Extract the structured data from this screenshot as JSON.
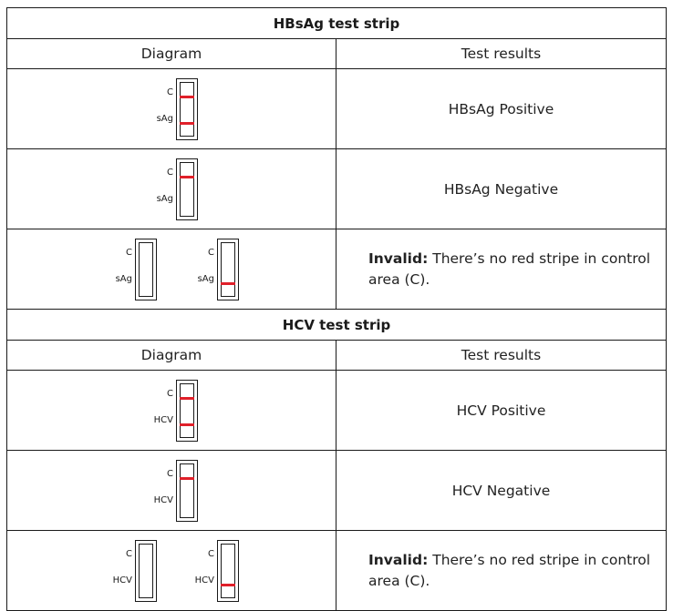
{
  "hbsag": {
    "title": "HBsAg test strip",
    "col_diagram": "Diagram",
    "col_results": "Test results",
    "control_label": "C",
    "test_label": "sAg",
    "rows": [
      {
        "result": "HBsAg Positive",
        "strips": [
          {
            "control_band": true,
            "test_band": true
          }
        ]
      },
      {
        "result": "HBsAg Negative",
        "strips": [
          {
            "control_band": true,
            "test_band": false
          }
        ]
      },
      {
        "result_bold": "Invalid:",
        "result_text": " There’s no red stripe in control area (C).",
        "strips": [
          {
            "control_band": false,
            "test_band": false
          },
          {
            "control_band": false,
            "test_band": true
          }
        ]
      }
    ]
  },
  "hcv": {
    "title": "HCV test strip",
    "col_diagram": "Diagram",
    "col_results": "Test results",
    "control_label": "C",
    "test_label": "HCV",
    "rows": [
      {
        "result": "HCV Positive",
        "strips": [
          {
            "control_band": true,
            "test_band": true
          }
        ]
      },
      {
        "result": "HCV Negative",
        "strips": [
          {
            "control_band": true,
            "test_band": false
          }
        ]
      },
      {
        "result_bold": "Invalid:",
        "result_text": " There’s no red stripe in control area (C).",
        "strips": [
          {
            "control_band": false,
            "test_band": false
          },
          {
            "control_band": false,
            "test_band": true
          }
        ]
      }
    ]
  },
  "colors": {
    "band": "#e0202a",
    "border": "#1a1a1a"
  }
}
